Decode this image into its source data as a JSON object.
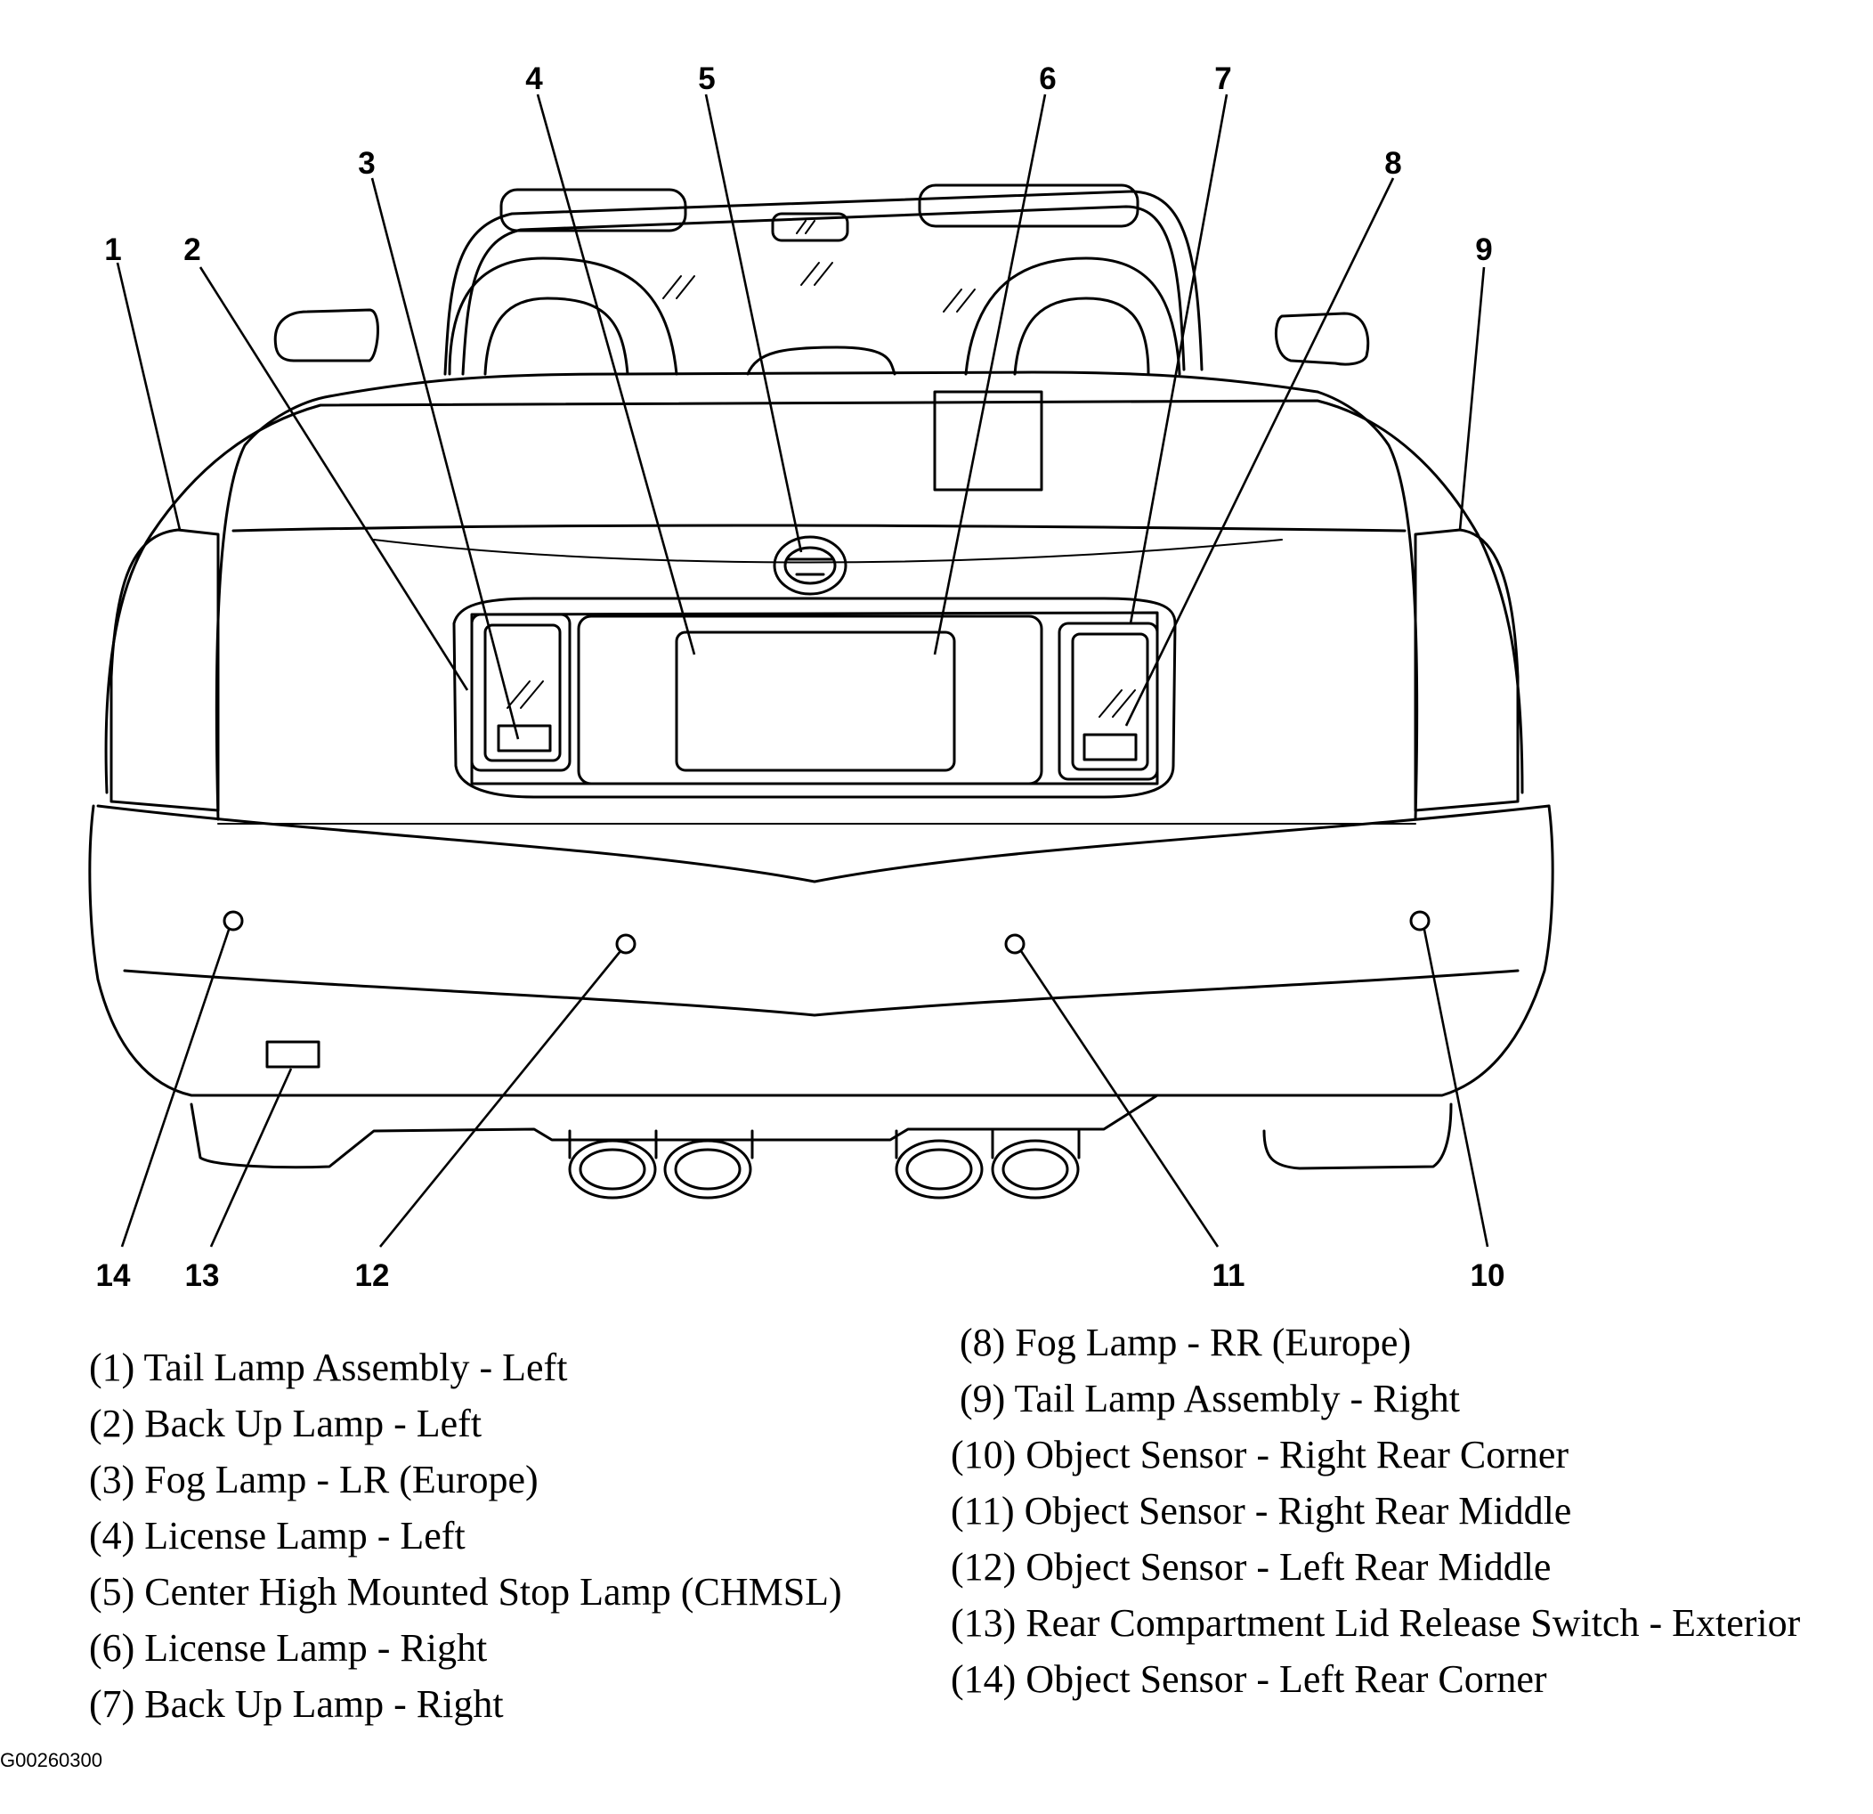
{
  "callouts": [
    "1",
    "2",
    "3",
    "4",
    "5",
    "6",
    "7",
    "8",
    "9",
    "10",
    "11",
    "12",
    "13",
    "14"
  ],
  "legend": [
    "(1)  Tail Lamp Assembly - Left",
    "(2)  Back Up Lamp - Left",
    "(3)  Fog Lamp - LR (Europe)",
    "(4)  License Lamp - Left",
    "(5)  Center High Mounted Stop Lamp (CHMSL)",
    "(6)  License Lamp - Right",
    "(7)  Back Up Lamp - Right",
    "(8)  Fog Lamp - RR (Europe)",
    "(9)  Tail Lamp Assembly - Right",
    "(10) Object Sensor - Right Rear Corner",
    "(11) Object Sensor - Right Rear Middle",
    "(12) Object Sensor - Left Rear Middle",
    "(13) Rear Compartment Lid Release Switch - Exterior",
    "(14) Object Sensor - Left Rear Corner"
  ],
  "figure_id": "G00260300"
}
